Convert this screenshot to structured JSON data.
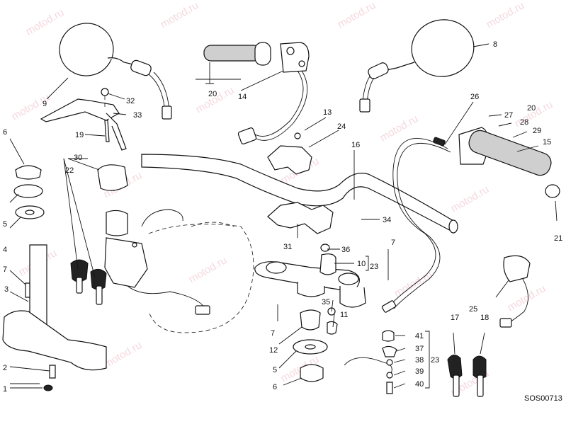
{
  "diagram": {
    "code": "SOS00713",
    "watermark": "motod.ru",
    "labels": {
      "l1": "1",
      "l2": "2",
      "l3": "3",
      "l4": "4",
      "l5a": "5",
      "l5b": "5",
      "l6a": "6",
      "l6b": "6",
      "l7a": "7",
      "l7b": "7",
      "l7c": "7",
      "l8": "8",
      "l9": "9",
      "l10": "10",
      "l11": "11",
      "l12": "12",
      "l13": "13",
      "l14": "14",
      "l15": "15",
      "l16": "16",
      "l17": "17",
      "l18": "18",
      "l19": "19",
      "l20a": "20",
      "l20b": "20",
      "l21": "21",
      "l22": "22",
      "l23a": "23",
      "l23b": "23",
      "l24": "24",
      "l25": "25",
      "l26": "26",
      "l27": "27",
      "l28": "28",
      "l29": "29",
      "l30": "30",
      "l31": "31",
      "l32": "32",
      "l33": "33",
      "l34": "34",
      "l35": "35",
      "l36": "36",
      "l37": "37",
      "l38": "38",
      "l39": "39",
      "l40": "40",
      "l41": "41"
    }
  }
}
